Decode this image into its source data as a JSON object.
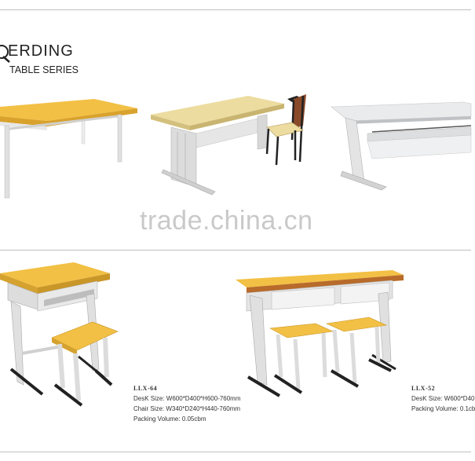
{
  "brand": {
    "name": "ERDING",
    "subtitle": "TABLE SERIES"
  },
  "watermark": "trade.china.cn",
  "products": [
    {
      "model": "LLX-64",
      "lines": [
        "DesK Size: W600*D400*H600-760mm",
        "Chair Size: W340*D240*H440-760mm",
        "Packing Volume: 0.05cbm"
      ]
    },
    {
      "model": "LLX-52",
      "lines": [
        "DesK Size: W600*D40",
        "Packing Volume: 0.1cb"
      ]
    }
  ],
  "colors": {
    "tabletop": "#f2c044",
    "tabletop_light": "#e9d9a0",
    "frame": "#d9d9d9",
    "frame_dark": "#9a9a9a",
    "steel": "#e6e8ea",
    "chair_frame": "#222222",
    "chair_seat": "#8a4a2a"
  }
}
